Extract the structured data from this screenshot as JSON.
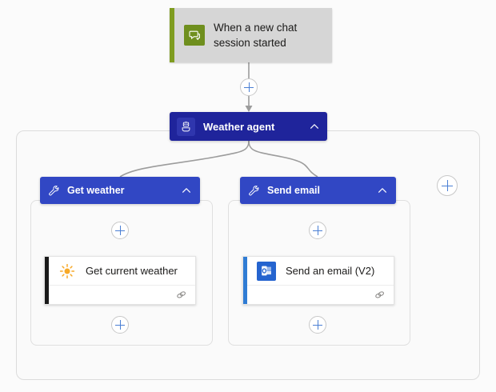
{
  "canvas": {
    "background": "#fbfbfb",
    "accent_blue": "#4a7fd4"
  },
  "trigger": {
    "label": "When a new chat session started",
    "icon": "chat-bubble-icon",
    "icon_color": "#6f8f1e",
    "accent_color": "#7f9c20",
    "background": "#d6d6d6"
  },
  "agent": {
    "title": "Weather agent",
    "icon": "robot-icon",
    "collapse_icon": "chevron-up-icon",
    "background": "#1f249b"
  },
  "tools": [
    {
      "name": "Get weather",
      "icon": "wrench-icon",
      "collapse_icon": "chevron-up-icon",
      "header_color": "#3147c4",
      "action": {
        "title": "Get current weather",
        "icon": "sun-icon",
        "accent_color": "#1a1a1a",
        "footer_icon": "connector-icon"
      }
    },
    {
      "name": "Send email",
      "icon": "wrench-icon",
      "collapse_icon": "chevron-up-icon",
      "header_color": "#3147c4",
      "action": {
        "title": "Send an email (V2)",
        "icon": "outlook-icon",
        "accent_color": "#2f7cd4",
        "footer_icon": "connector-icon"
      }
    }
  ],
  "add_buttons": [
    {
      "name": "add-step-after-trigger",
      "label": "+"
    },
    {
      "name": "add-step-get-weather-top",
      "label": "+"
    },
    {
      "name": "add-step-get-weather-bottom",
      "label": "+"
    },
    {
      "name": "add-step-send-email-top",
      "label": "+"
    },
    {
      "name": "add-step-send-email-bottom",
      "label": "+"
    },
    {
      "name": "add-tool-button",
      "label": "+"
    }
  ]
}
